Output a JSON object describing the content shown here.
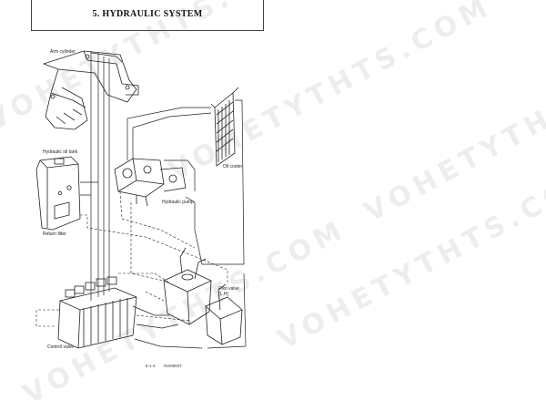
{
  "header": {
    "title": "5. HYDRAULIC SYSTEM"
  },
  "labels": {
    "arm_cylinder": "Arm cylinder",
    "hydraulic_oil_tank": "Hydraulic oil tank",
    "return_filter": "Return filter",
    "oil_cooler": "Oil cooler",
    "hydraulic_pump": "Hydraulic pump",
    "pilot_valve": "Pilot valve",
    "pilot_valve_side": "(L.H)",
    "control_valve": "Control valve"
  },
  "figure": {
    "number": "5-1-4",
    "code": "#1099037"
  },
  "watermark": {
    "text": "VOHETYTHTS.COM"
  }
}
